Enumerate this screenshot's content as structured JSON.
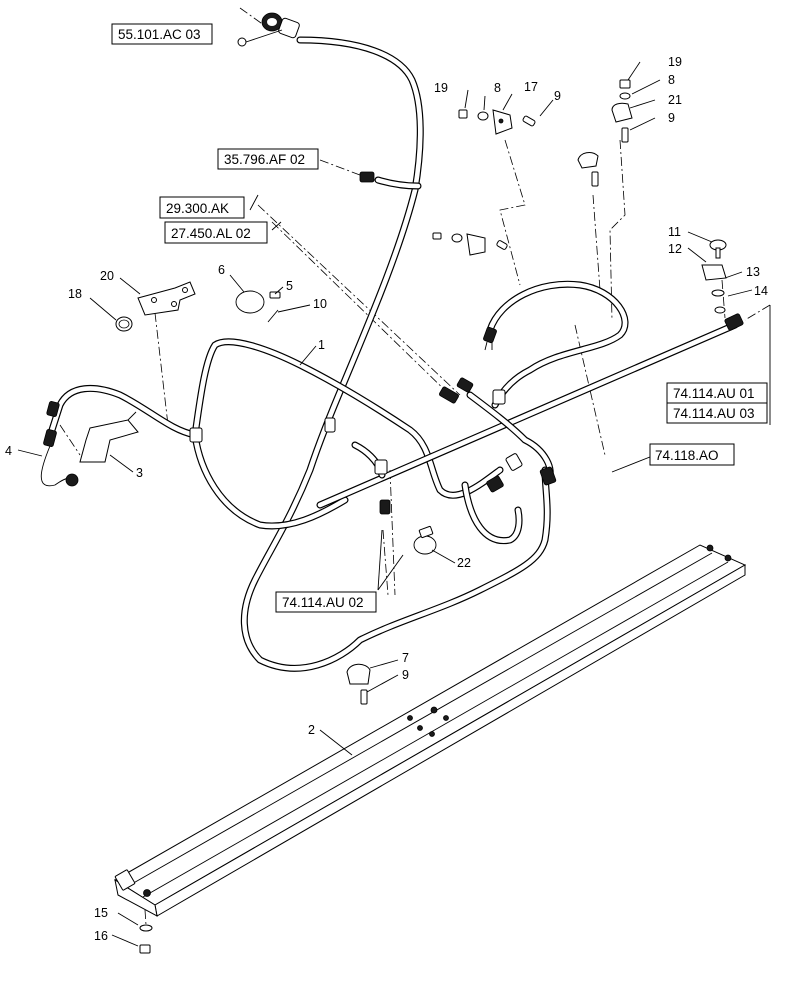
{
  "reference_boxes": [
    {
      "id": "ref_55",
      "label": "55.101.AC 03"
    },
    {
      "id": "ref_35",
      "label": "35.796.AF 02"
    },
    {
      "id": "ref_29",
      "label": "29.300.AK"
    },
    {
      "id": "ref_27",
      "label": "27.450.AL 02"
    },
    {
      "id": "ref_74_01",
      "label": "74.114.AU 01"
    },
    {
      "id": "ref_74_03",
      "label": "74.114.AU 03"
    },
    {
      "id": "ref_74_ao",
      "label": "74.118.AO"
    },
    {
      "id": "ref_74_02",
      "label": "74.114.AU 02"
    }
  ],
  "callouts": {
    "c19a": "19",
    "c8a": "8",
    "c17": "17",
    "c9a": "9",
    "c19b": "19",
    "c8b": "8",
    "c21": "21",
    "c9b": "9",
    "c11": "11",
    "c12": "12",
    "c13": "13",
    "c14": "14",
    "c20": "20",
    "c18": "18",
    "c6": "6",
    "c5": "5",
    "c10": "10",
    "c1": "1",
    "c4": "4",
    "c3": "3",
    "c22": "22",
    "c7": "7",
    "c9c": "9",
    "c2": "2",
    "c15": "15",
    "c16": "16"
  }
}
